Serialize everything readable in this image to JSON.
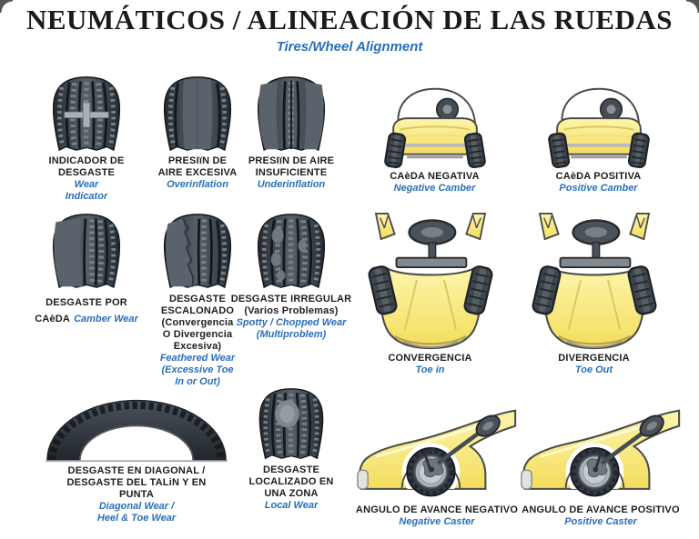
{
  "header": {
    "title": "NEUMÁTICOS / ALINEACIÓN DE LAS RUEDAS",
    "subtitle": "Tires/Wheel Alignment"
  },
  "tires": {
    "wear_indicator": {
      "es": "INDICADOR DE\nDESGASTE",
      "en": "Wear\nIndicator"
    },
    "overinflation": {
      "es": "PRESIïN DE\nAIRE EXCESIVA",
      "en": "Overinflation"
    },
    "underinflation": {
      "es": "PRESIïN DE AIRE\nINSUFICIENTE",
      "en": "Underinflation"
    },
    "camber_wear": {
      "es": "DESGASTE POR\nCAèDA",
      "en": "Camber Wear"
    },
    "feathered_wear": {
      "es": "DESGASTE\nESCALONADO\n(Convergencia\nO Divergencia\nExcesiva)",
      "en": "Feathered Wear\n(Excessive Toe\nIn or Out)"
    },
    "irregular_wear": {
      "es": "DESGASTE IRREGULAR\n(Varios Problemas)",
      "en": "Spotty / Chopped Wear\n(Multiproblem)"
    },
    "diagonal_wear": {
      "es": "DESGASTE EN DIAGONAL /\nDESGASTE DEL TALiN Y EN\nPUNTA",
      "en": "Diagonal Wear /\nHeel & Toe Wear"
    },
    "local_wear": {
      "es": "DESGASTE\nLOCALIZADO  EN\nUNA ZONA",
      "en": "Local Wear"
    }
  },
  "alignment": {
    "negative_camber": {
      "es": "CAèDA NEGATIVA",
      "en": "Negative Camber"
    },
    "positive_camber": {
      "es": "CAèDA POSITIVA",
      "en": "Positive Camber"
    },
    "toe_in": {
      "es": "CONVERGENCIA",
      "en": "Toe in"
    },
    "toe_out": {
      "es": "DIVERGENCIA",
      "en": "Toe Out"
    },
    "negative_caster": {
      "es": "ANGULO DE AVANCE NEGATIVO",
      "en": "Negative Caster"
    },
    "positive_caster": {
      "es": "ANGULO DE AVANCE POSITIVO",
      "en": "Positive Caster"
    }
  },
  "colors": {
    "accent_blue": "#2a6fb8",
    "text_black": "#1d1d1d",
    "car_yellow": "#f6e678",
    "tire_dark": "#3a424a"
  }
}
